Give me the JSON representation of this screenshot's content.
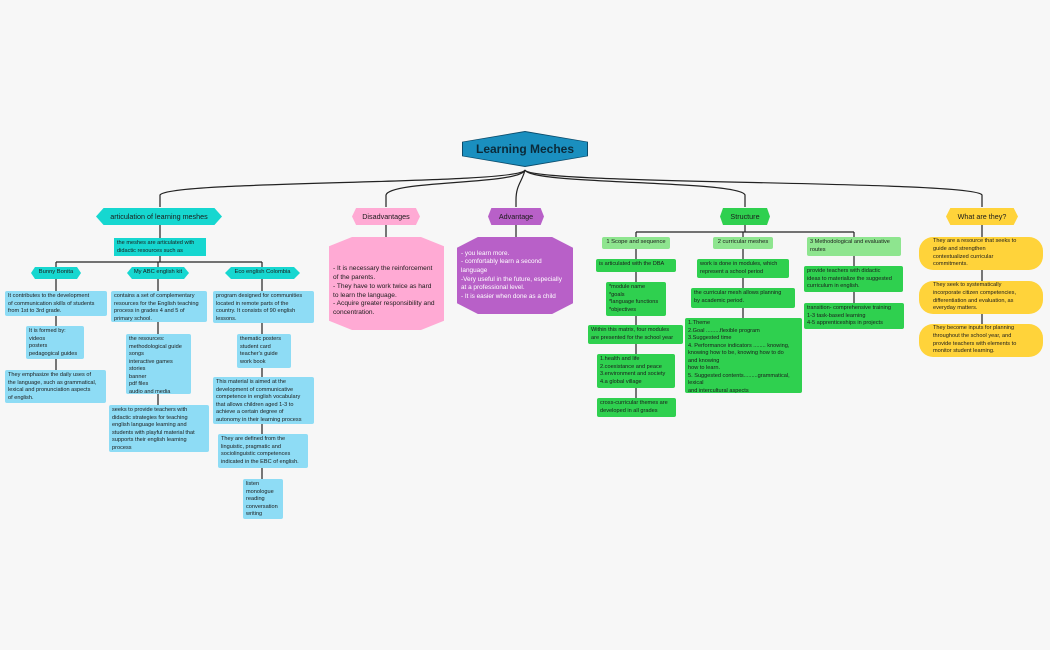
{
  "root": "Learning Meches",
  "branches": {
    "articulation": "articulation of learning meshes",
    "disadvantages": "Disadvantages",
    "advantage": "Advantage",
    "structure": "Structure",
    "what": "What are they?"
  },
  "articulation": {
    "desc": "the meshes are articulated with\ndidactic resources such as",
    "bunny": "Bunny Bonita",
    "abc": "My ABC english kit",
    "eco": "Eco english Colombia",
    "bunny1": "It contributes to the development\nof communication skills of students\nfrom 1st to 3rd grade.",
    "bunny2": "It is formed by:\nvideos\nposters\npedagogical guides",
    "bunny3": "They emphasize the daily uses of\nthe language, such as grammatical,\nlexical and pronunciation aspects\nof english.",
    "abc1": "contains a set of complementary\nresources for the English teaching\nprocess in grades 4 and 5 of\nprimary school.",
    "abc2": "the resources:\nmethodological guide\nsongs\ninteractive games\nstories\nbanner\npdf files\naudio and media",
    "abc3": "seeks to provide teachers with\ndidactic strategies for teaching\nenglish language learning and\nstudents with playful material that\nsupports their english learning\nprocess",
    "eco1": "program designed for communities\nlocated in remote parts of the\ncountry. It consists of 90 english\nlessons.",
    "eco2": "thematic posters\nstudent card\nteacher's guide\nwork book",
    "eco3": "This material is aimed at the\ndevelopment of communicative\ncompetence in english vocabulary\nthat allows children aged 1-3 to\nachieve a certain degree of\nautonomy in their learning process",
    "eco4": "They are defined from the\nlinguistic, pragmatic and\nsociolinguistic competences\nindicated in the EBC of english.",
    "eco5": "listen\nmonologue\nreading\nconversation\nwriting"
  },
  "disadvantages_text": "- It is necessary the reinforcement\nof the parents.\n- They have to work twice as hard\nto learn the language.\n- Acquire greater responsibility and\nconcentration.",
  "advantage_text": "- you learn more.\n- comfortably learn a second\nlanguage\n-Very useful in the future, especially\nat a professional level.\n- It is easier when done as a child",
  "structure": {
    "scope": "1 Scope and sequence",
    "curricular": "2 curricular meshes",
    "method": "3 Methodological and evaluative\nroutes",
    "scope1": "is articulated with the DBA",
    "scope2": "*module name\n*goals\n*language functions\n*objectives",
    "scope3": "Within this matrix, four modules\nare presented for the school year",
    "scope4": "1.health and life\n2.coexistance and peace\n3.environment and society\n4.a global village",
    "scope5": "cross-curricular themes are\ndeveloped in all grades",
    "cur1": "work is done in modules, which\nrepresent a school period",
    "cur2": "the curricular mesh allows planning\nby academic period.",
    "cur3": "1.Theme\n2.Goal .........flexible program\n3.Suggested time\n4. Performance indicators ........ knowing,\nknowing how to be, knowing how to do\nand knowing\nhow to learn.\n5. Suggested contents.........grammatical,\nlexical\nand intercultural aspects",
    "method1": "provide teachers with didactic\nideas to materialize the suggested\ncurriculum in english.",
    "method2": "transition- comprehensive training\n1-3 task-based learning\n4-5 apprenticeships in projects"
  },
  "what": {
    "w1": "They are a resource that seeks to\nguide and strengthen\ncontextualized curricular\ncommitments.",
    "w2": "They seek to systematically\nincorporate citizen competencies,\ndifferentiation and evaluation, as\neveryday matters.",
    "w3": "They become inputs for planning\nthroughout the school year, and\nprovide teachers with elements to\nmonitor student learning."
  },
  "colors": {
    "root": "#1a8fbf",
    "articulation": "#16d7d0",
    "articulation_leaf": "#8edcf5",
    "disadvantages": "#ffaad4",
    "advantage": "#b860c8",
    "structure": "#2fd04f",
    "structure_sub": "#8ee58f",
    "what": "#ffd33a"
  }
}
